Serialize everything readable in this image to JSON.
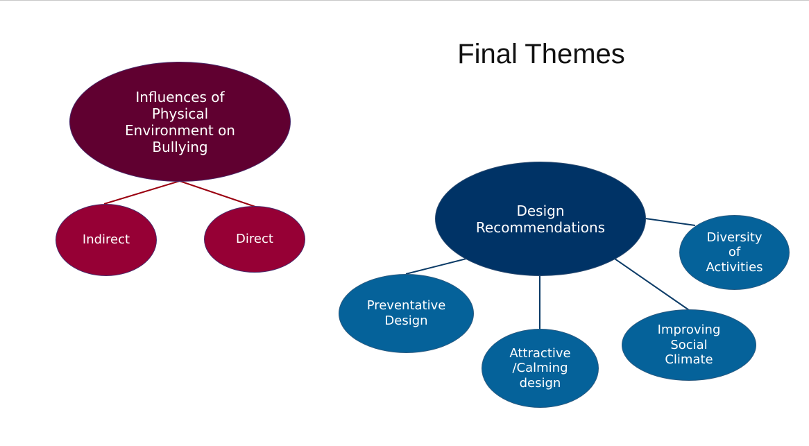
{
  "title": "Final Themes",
  "left_diagram": {
    "root": "Influences of\nPhysical\nEnvironment on\nBullying",
    "children": [
      "Indirect",
      "Direct"
    ]
  },
  "right_diagram": {
    "root": "Design\nRecommendations",
    "children": [
      "Diversity\nof\nActivities",
      "Preventative\nDesign",
      "Attractive\n/Calming\ndesign",
      "Improving\nSocial\nClimate"
    ]
  },
  "colors": {
    "left_root": "#600030",
    "left_children": "#960035",
    "left_links": "#9a0010",
    "right_root": "#003366",
    "right_children": "#05629a",
    "right_links": "#0a3a66"
  }
}
